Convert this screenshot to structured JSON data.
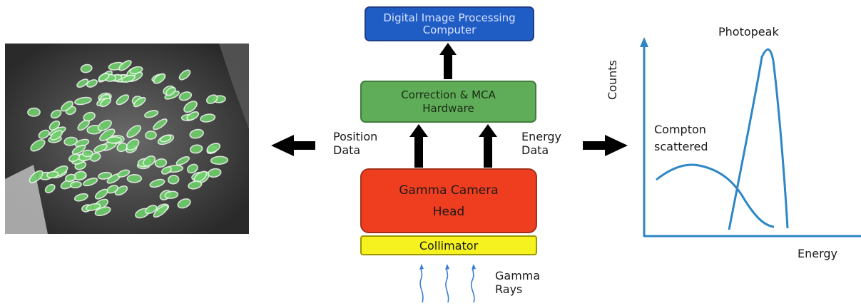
{
  "diagram": {
    "computer_label": "Digital Image Processing\nComputer",
    "correction_label": "Correction & MCA\nHardware",
    "camera_head_label": "Gamma Camera\nHead",
    "collimator_label": "Collimator",
    "position_data_label": "Position\nData",
    "energy_data_label": "Energy\nData",
    "gamma_rays_label": "Gamma\nRays"
  },
  "spectrum": {
    "photopeak_label": "Photopeak",
    "compton_label": "Compton\nscattered",
    "y_axis_label": "Counts",
    "x_axis_label": "Energy",
    "line_color": "#2e86c6"
  }
}
